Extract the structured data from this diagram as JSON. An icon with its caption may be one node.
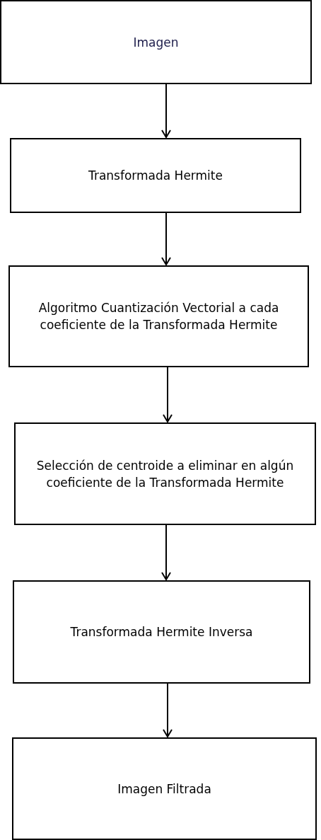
{
  "diagram": {
    "nodes": [
      {
        "text": [
          "Imagen"
        ]
      },
      {
        "text": [
          "Transformada Hermite"
        ]
      },
      {
        "text": [
          "Algoritmo Cuantización Vectorial a cada coeficiente de la Transformada Hermite"
        ]
      },
      {
        "text": [
          "Selección de centroide a eliminar en algún coeficiente de la Transformada Hermite"
        ]
      },
      {
        "text": [
          "Transformada Hermite Inversa"
        ]
      },
      {
        "text": [
          "Imagen Filtrada"
        ]
      }
    ],
    "edges": [
      {
        "from": 0,
        "to": 1,
        "arrow": "to"
      },
      {
        "from": 1,
        "to": 2,
        "arrow": "to"
      },
      {
        "from": 2,
        "to": 3,
        "arrow": "to"
      },
      {
        "from": 3,
        "to": 4,
        "arrow": "to"
      },
      {
        "from": 4,
        "to": 5,
        "arrow": "to"
      }
    ]
  }
}
